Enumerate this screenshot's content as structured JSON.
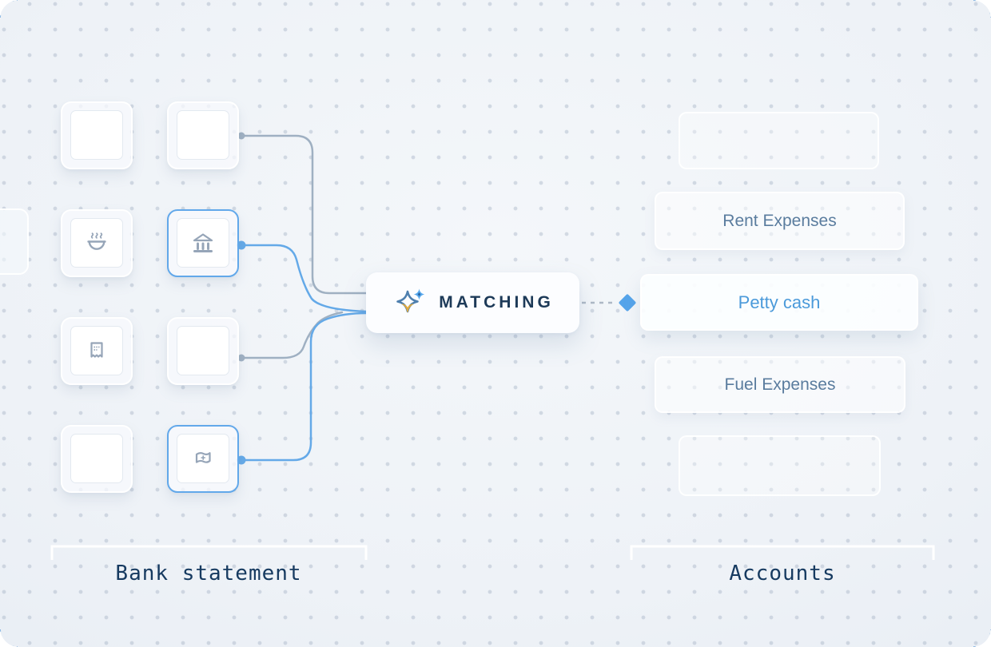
{
  "matching_node": {
    "label": "MATCHING",
    "icon": "sparkle-icon"
  },
  "bank_statement": {
    "label": "Bank statement",
    "tiles": [
      {
        "icon": "none",
        "selected": false,
        "connector": "none"
      },
      {
        "icon": "none",
        "selected": false,
        "connector": "gray"
      },
      {
        "icon": "coffee-cup",
        "selected": false,
        "connector": "none"
      },
      {
        "icon": "bank-building",
        "selected": true,
        "connector": "blue"
      },
      {
        "icon": "receipt",
        "selected": false,
        "connector": "none"
      },
      {
        "icon": "none",
        "selected": false,
        "connector": "gray"
      },
      {
        "icon": "none",
        "selected": false,
        "connector": "none"
      },
      {
        "icon": "flag",
        "selected": true,
        "connector": "blue"
      }
    ]
  },
  "accounts": {
    "label": "Accounts",
    "items": [
      {
        "label": "",
        "state": "empty"
      },
      {
        "label": "Rent Expenses",
        "state": "normal"
      },
      {
        "label": "Petty cash",
        "state": "active"
      },
      {
        "label": "Fuel Expenses",
        "state": "normal"
      },
      {
        "label": "",
        "state": "empty"
      }
    ]
  },
  "colors": {
    "background": "#edf1f6",
    "dot_grid": "#d1d8e1",
    "connector_gray": "#9fb0c2",
    "connector_blue": "#64a9e8",
    "selected_border": "#62a8ea",
    "diamond": "#55a4ea",
    "icon_gray": "#96a5b8",
    "heading_text": "#163a60",
    "matching_text": "#1d3a58",
    "account_text": "#5a7c9e",
    "active_account_text": "#4b9ada",
    "sparkle_blue": "#4e7fae",
    "sparkle_gold": "#e3aa3c",
    "sparkle_light_blue": "#58a8ec"
  }
}
